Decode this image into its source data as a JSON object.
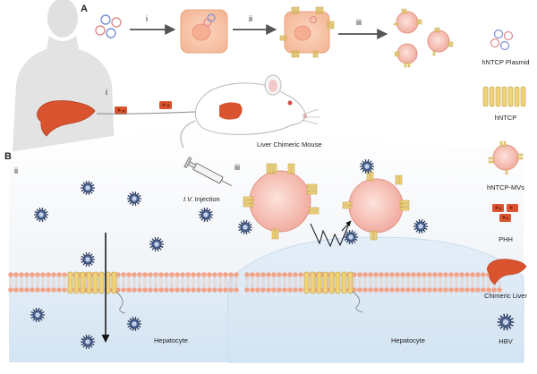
{
  "panels": {
    "a": "A",
    "b": "B"
  },
  "steps": {
    "a_i": "i",
    "a_ii": "ii",
    "a_iii": "iii",
    "b_i": "i",
    "b_ii": "ii",
    "b_iii": "iii"
  },
  "labels": {
    "mouse": "Liver Chimeric Mouse",
    "injection_prefix": "I.V.",
    "injection_suffix": " Injection",
    "hepatocyte_left": "Hepatocyte",
    "hepatocyte_right": "Hepatocyte"
  },
  "legend": [
    {
      "label": "hNTCP Plasmid",
      "icon": "plasmid-icon"
    },
    {
      "label": "hNTCP",
      "icon": "ntcp-receptor-icon"
    },
    {
      "label": "hNTCP-MVs",
      "icon": "microvesicle-icon"
    },
    {
      "label": "PHH",
      "icon": "hepatocyte-cells-icon"
    },
    {
      "label": "Chimeric Liver",
      "icon": "liver-icon"
    },
    {
      "label": "HBV",
      "icon": "hbv-virion-icon"
    }
  ],
  "colors": {
    "cell": "#f6c4a8",
    "liver": "#d9532e",
    "vesicle": "#f3b3a8",
    "receptor": "#f0d27a",
    "hbv_shell": "#3c4f78",
    "membrane": "#f2a489",
    "cytoplasm": "#dbe8f5"
  }
}
